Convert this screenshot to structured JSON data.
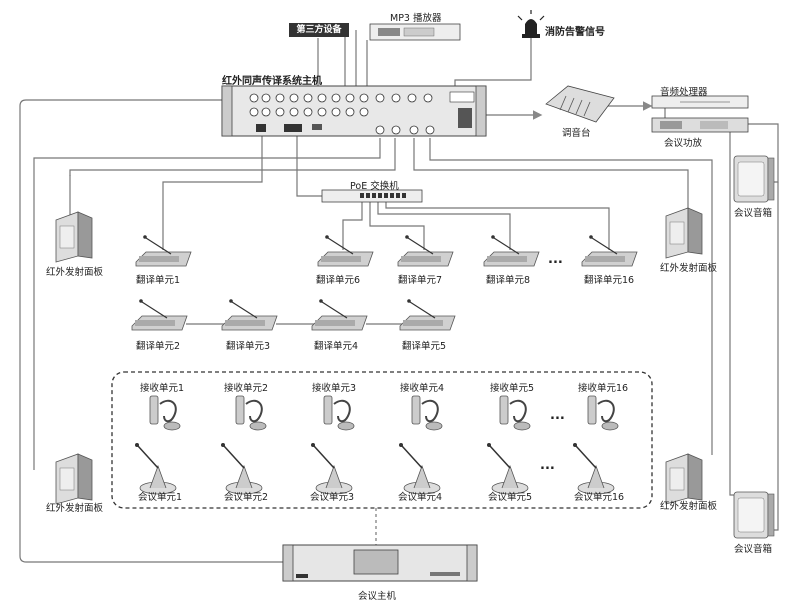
{
  "title_main": "红外同声传译系统主机",
  "third_party": "第三方设备",
  "mp3_player": "MP3 播放器",
  "fire_alarm": "消防告警信号",
  "mixer": "调音台",
  "audio_processor": "音频处理器",
  "amplifier": "会议功放",
  "poe_switch": "PoE 交换机",
  "speaker_top": "会议音箱",
  "speaker_bottom": "会议音箱",
  "ir_panel_tl": "红外发射面板",
  "ir_panel_tr": "红外发射面板",
  "ir_panel_bl": "红外发射面板",
  "ir_panel_br": "红外发射面板",
  "conference_host": "会议主机",
  "ellipsis": "...",
  "translation_units": [
    "翻译单元1",
    "翻译单元2",
    "翻译单元3",
    "翻译单元4",
    "翻译单元5",
    "翻译单元6",
    "翻译单元7",
    "翻译单元8",
    "翻译单元16"
  ],
  "receiver_units": [
    "接收单元1",
    "接收单元2",
    "接收单元3",
    "接收单元4",
    "接收单元5",
    "接收单元16"
  ],
  "conference_units": [
    "会议单元1",
    "会议单元2",
    "会议单元3",
    "会议单元4",
    "会议单元5",
    "会议单元16"
  ]
}
